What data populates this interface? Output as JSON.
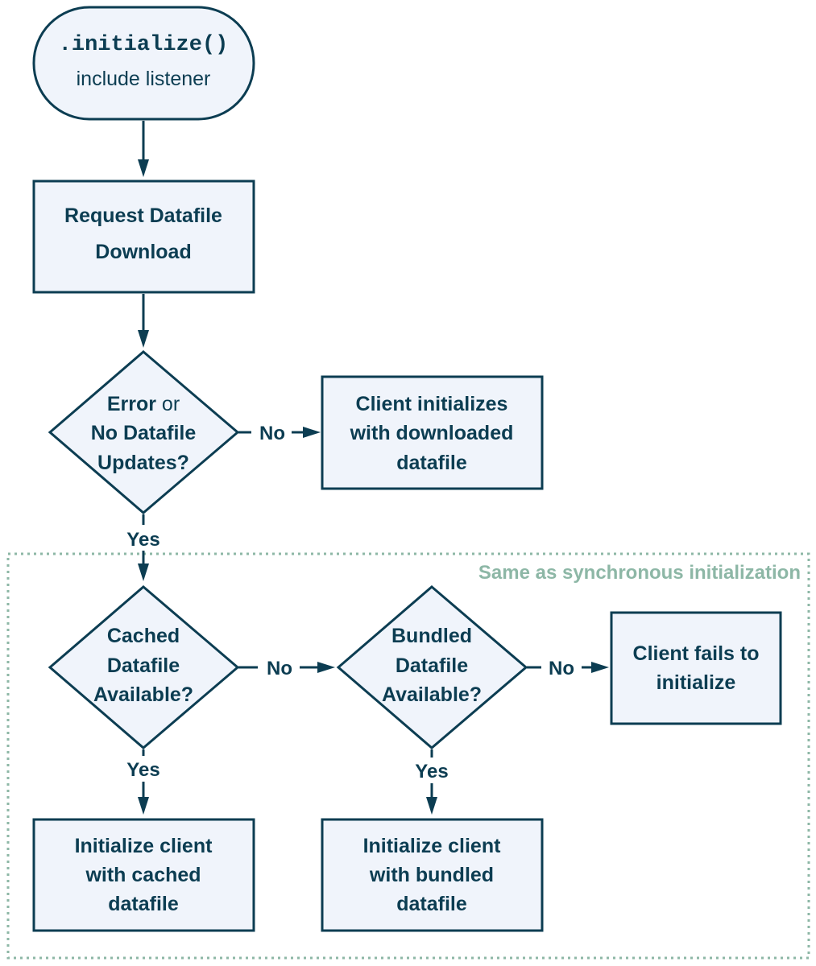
{
  "start": {
    "code": ".initialize()",
    "label": "include listener"
  },
  "request": {
    "lines": [
      "Request Datafile",
      "Download"
    ]
  },
  "error_decision": {
    "line1_bold": "Error",
    "line1_normal": " or",
    "line2": "No Datafile",
    "line3": "Updates?"
  },
  "downloaded": {
    "lines": [
      "Client initializes",
      "with downloaded",
      "datafile"
    ]
  },
  "sync_group": {
    "title": "Same as synchronous initialization"
  },
  "cached_decision": {
    "lines": [
      "Cached",
      "Datafile",
      "Available?"
    ]
  },
  "bundled_decision": {
    "lines": [
      "Bundled",
      "Datafile",
      "Available?"
    ]
  },
  "fails": {
    "lines": [
      "Client fails to",
      "initialize"
    ]
  },
  "init_cached": {
    "lines": [
      "Initialize client",
      "with cached",
      "datafile"
    ]
  },
  "init_bundled": {
    "lines": [
      "Initialize client",
      "with bundled",
      "datafile"
    ]
  },
  "edge_labels": {
    "error_no": "No",
    "error_yes": "Yes",
    "cached_no": "No",
    "cached_yes": "Yes",
    "bundled_no": "No",
    "bundled_yes": "Yes"
  },
  "colors": {
    "primary": "#0c3d52",
    "node_fill": "#f0f4fb",
    "group_border": "#8db7a6"
  }
}
